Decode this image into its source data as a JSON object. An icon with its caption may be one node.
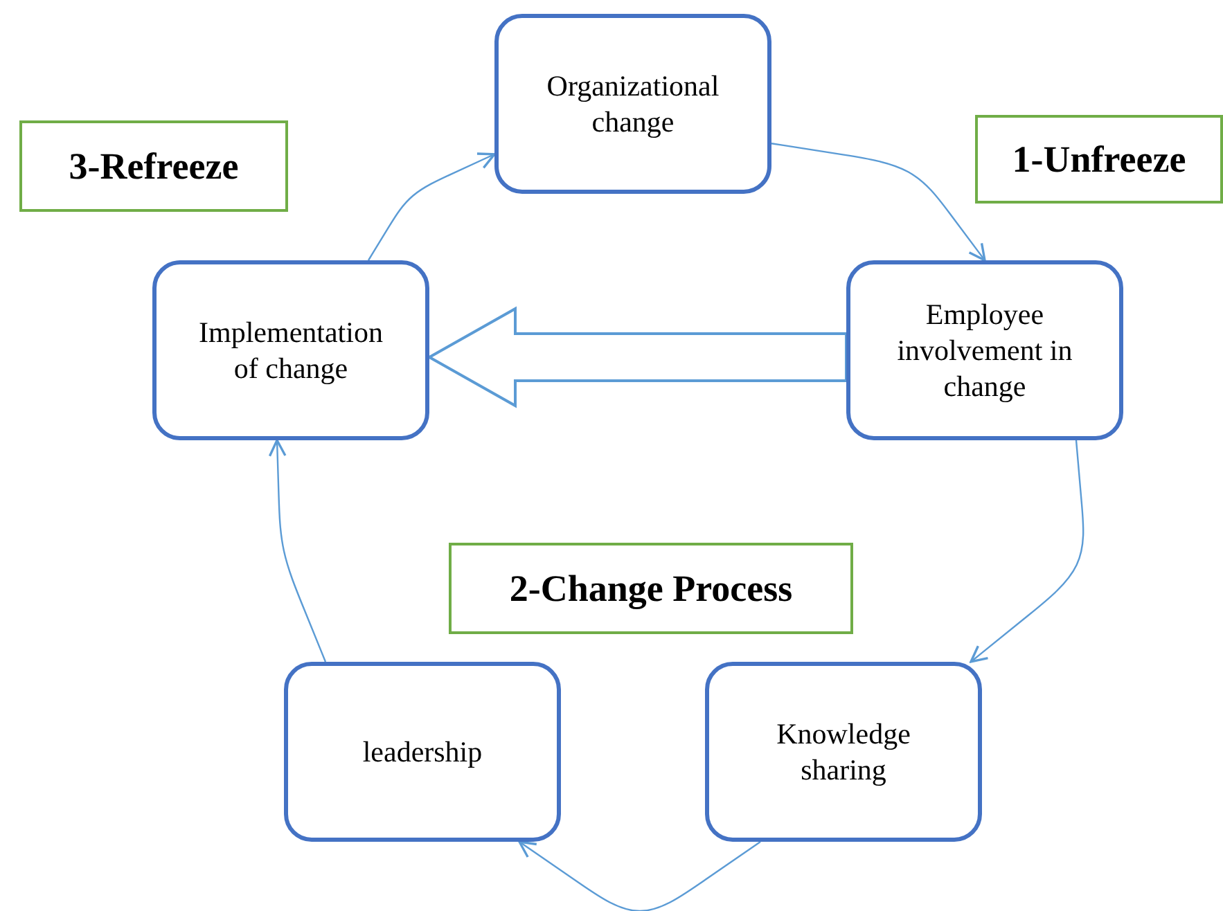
{
  "diagram": {
    "nodes": [
      {
        "text": [
          "Organizational change"
        ]
      },
      {
        "text": [
          "Employee involvement in change"
        ]
      },
      {
        "text": [
          "Knowledge sharing"
        ]
      },
      {
        "text": [
          "leadership"
        ]
      },
      {
        "text": [
          "Implementation of change"
        ]
      },
      {
        "text": [
          "3-Refreeze"
        ]
      },
      {
        "text": [
          "1-Unfreeze"
        ]
      },
      {
        "text": [
          "2-Change Process"
        ]
      }
    ],
    "edges": [
      {
        "from": 4,
        "to": 0,
        "arrow": "to"
      },
      {
        "from": 0,
        "to": 1,
        "arrow": "to"
      },
      {
        "from": 1,
        "to": 2,
        "arrow": "to"
      },
      {
        "from": 2,
        "to": 3,
        "arrow": "to"
      },
      {
        "from": 3,
        "to": 4,
        "arrow": "to"
      },
      {
        "from": 1,
        "to": 4,
        "arrow": "to",
        "style": "thick"
      }
    ]
  }
}
